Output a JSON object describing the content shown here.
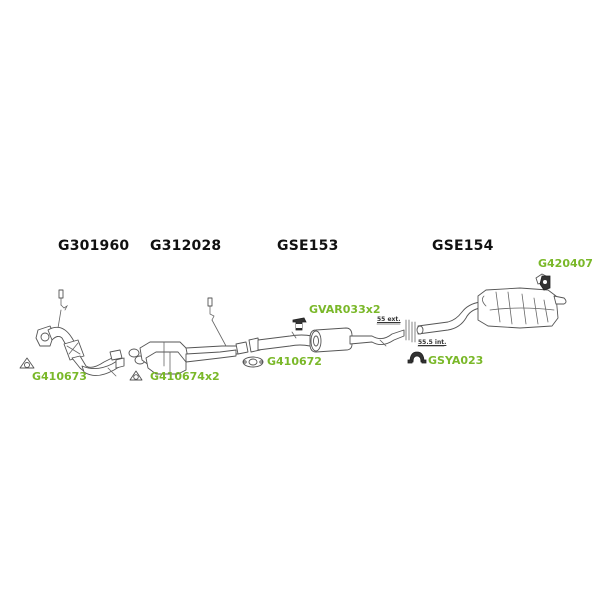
{
  "diagram": {
    "accent_color": "#7ab829",
    "text_color": "#111111",
    "sections": [
      {
        "id": "front-pipe",
        "part_number": "G301960"
      },
      {
        "id": "catalytic-converter",
        "part_number": "G312028"
      },
      {
        "id": "center-silencer",
        "part_number": "GSE153"
      },
      {
        "id": "rear-silencer",
        "part_number": "GSE154"
      }
    ],
    "accessories": [
      {
        "id": "gasket-front",
        "label": "G410673",
        "icon": "triangle-gasket-icon"
      },
      {
        "id": "gasket-cat",
        "label": "G410674x2",
        "icon": "triangle-gasket-icon"
      },
      {
        "id": "gasket-mid",
        "label": "G410672",
        "icon": "oval-gasket-icon"
      },
      {
        "id": "rubber-mount-center",
        "label": "GVAR033x2",
        "icon": "rubber-mount-icon"
      },
      {
        "id": "clamp",
        "label": "GSYA023",
        "icon": "clamp-icon"
      },
      {
        "id": "rubber-mount-rear",
        "label": "G420407",
        "icon": "rubber-hanger-icon"
      }
    ],
    "dimensions": {
      "external": "55 ext.",
      "internal": "55.5 int."
    }
  }
}
